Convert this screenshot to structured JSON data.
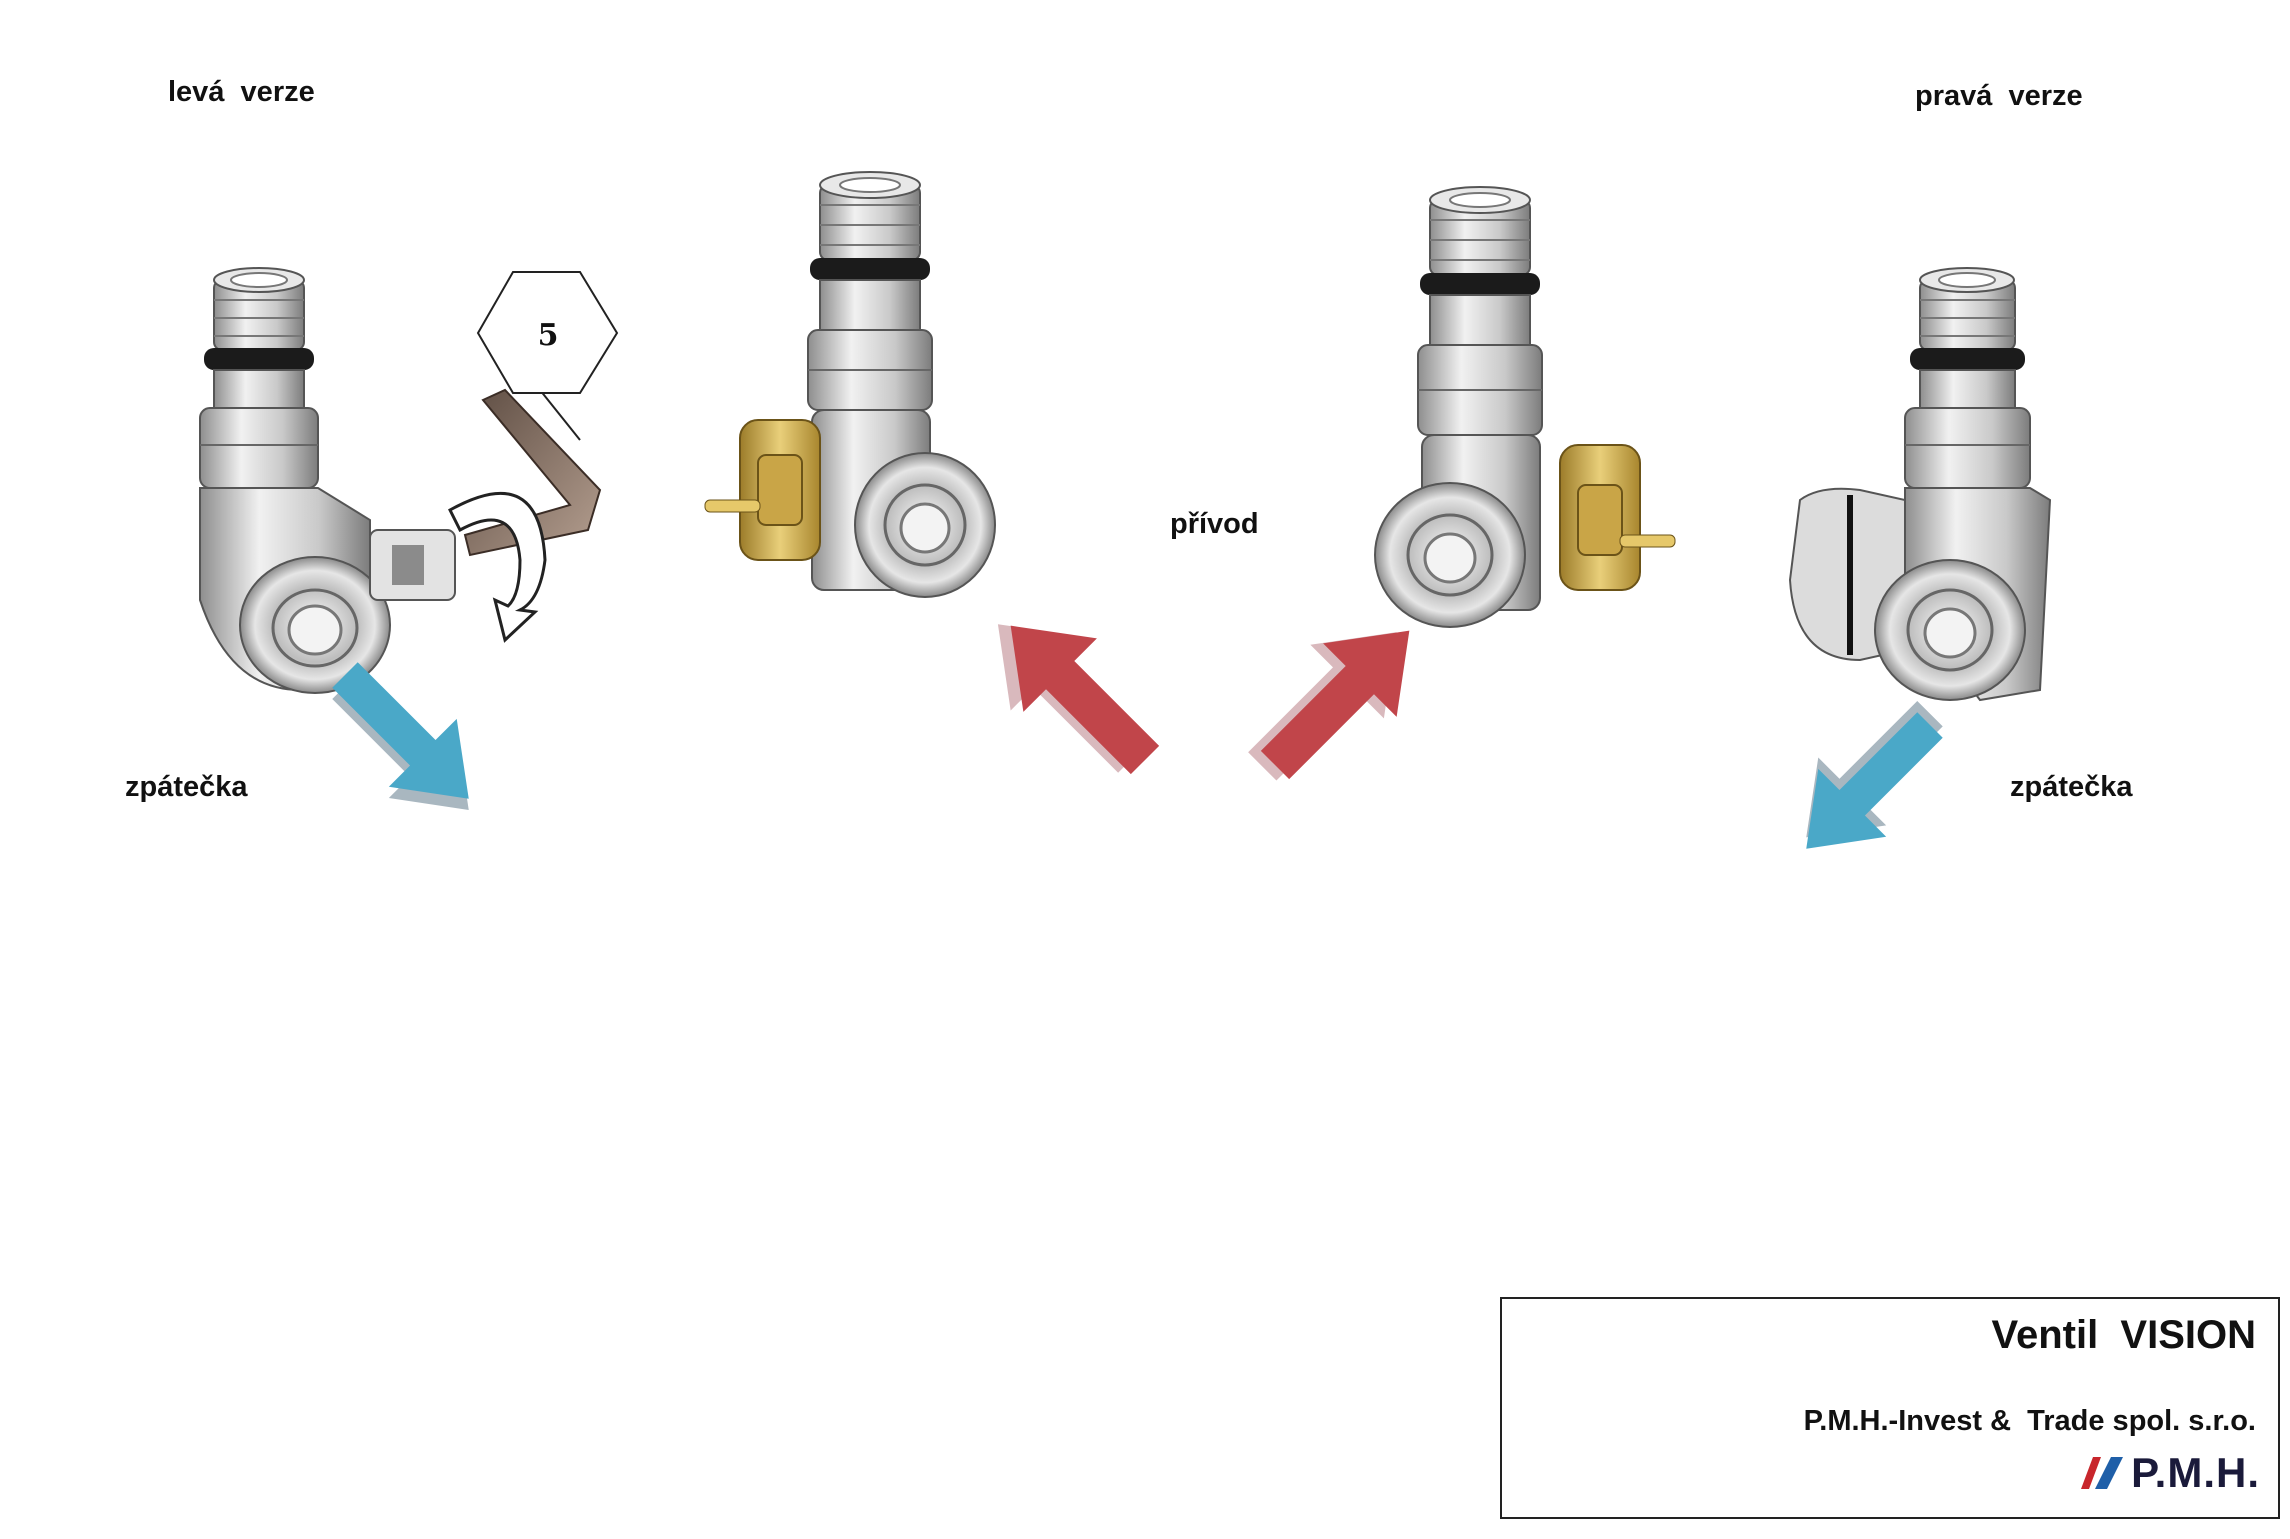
{
  "labels": {
    "left_version": "levá  verze",
    "right_version": "pravá  verze",
    "supply": "přívod",
    "return_left": "zpátečka",
    "return_right": "zpátečka",
    "hex_size": "5"
  },
  "title_block": {
    "product": "Ventil  VISION",
    "company": "P.M.H.-Invest &  Trade spol. s.r.o.",
    "logo_text": "P.M.H."
  },
  "colors": {
    "supply_arrow": "#c1454a",
    "return_arrow": "#4aa8c8",
    "brass": "#d7b65a",
    "metal": "#cfcfcf",
    "logo_red": "#c8262c",
    "logo_blue": "#1f5fa8"
  }
}
